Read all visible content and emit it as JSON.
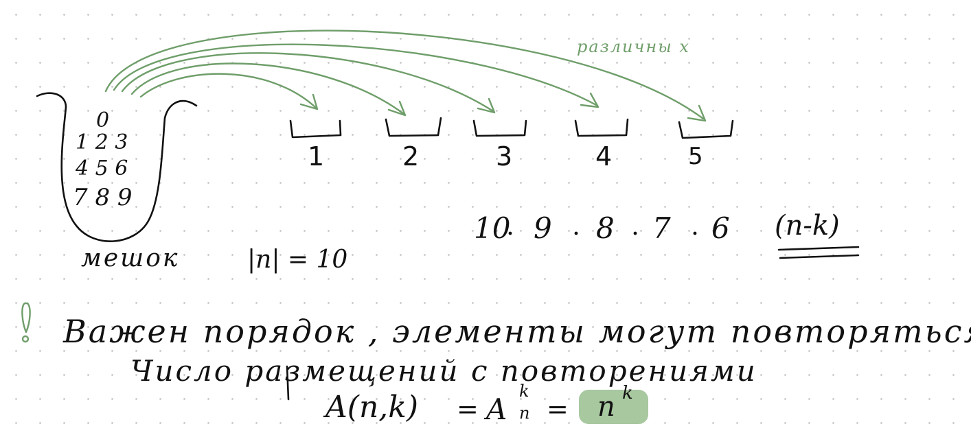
{
  "bag": {
    "digits": [
      "0",
      "1 2 3",
      "4 5 6",
      "7 8 9"
    ],
    "label": "мешок",
    "size": "|n| = 10"
  },
  "slots": [
    "1",
    "2",
    "3",
    "4",
    "5"
  ],
  "arrows_label": "различны x",
  "product": [
    "10",
    "9",
    "8",
    "7",
    "6"
  ],
  "product_note": "(n-k)",
  "exclamation": "!",
  "rule_line": "Важен порядок , элементы могут повторяться",
  "heading": "Число размещений с повторениями",
  "formula": {
    "left": "A(n,k)",
    "middle_base": "A",
    "middle_sup": "k",
    "middle_sub": "n",
    "result_base": "n",
    "result_sup": "k"
  },
  "colors": {
    "ink": "#111111",
    "arrows": "#6f9e6a",
    "highlight": "#a8c8a0",
    "dots": "#c9c9c9"
  }
}
